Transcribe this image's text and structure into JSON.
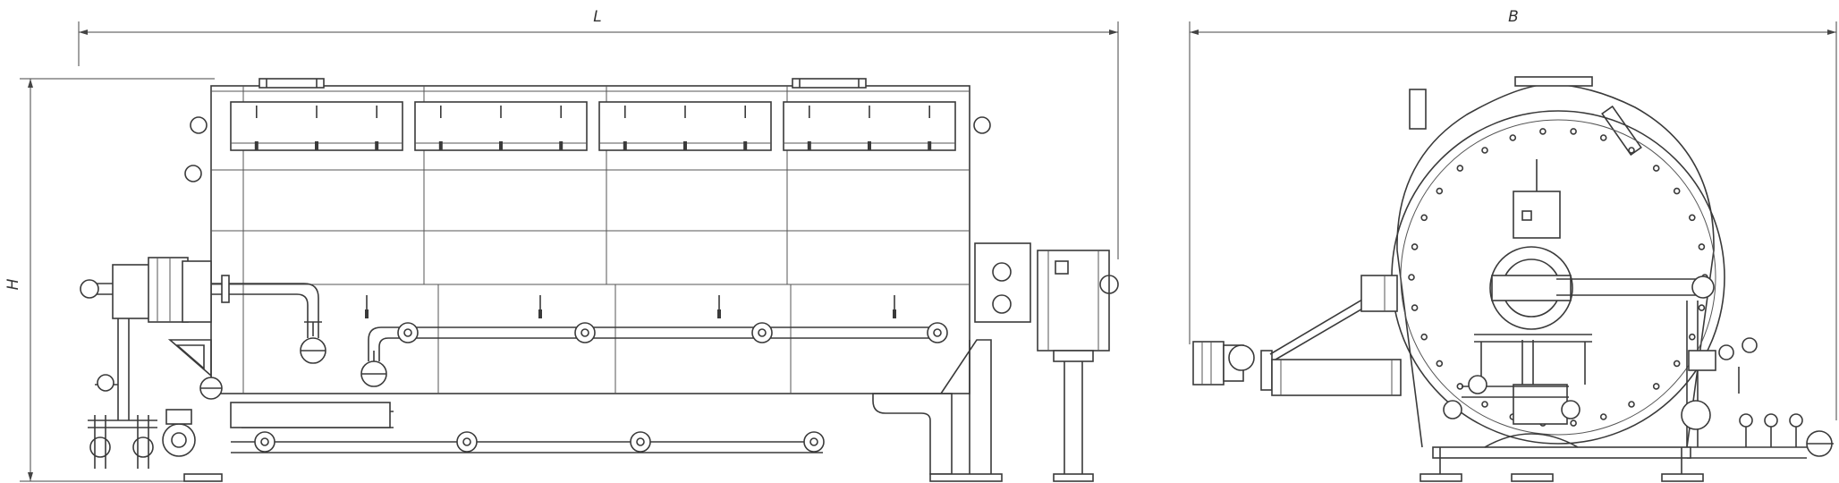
{
  "dimensions": {
    "length_label": "L",
    "width_label": "B",
    "height_label": "H"
  }
}
